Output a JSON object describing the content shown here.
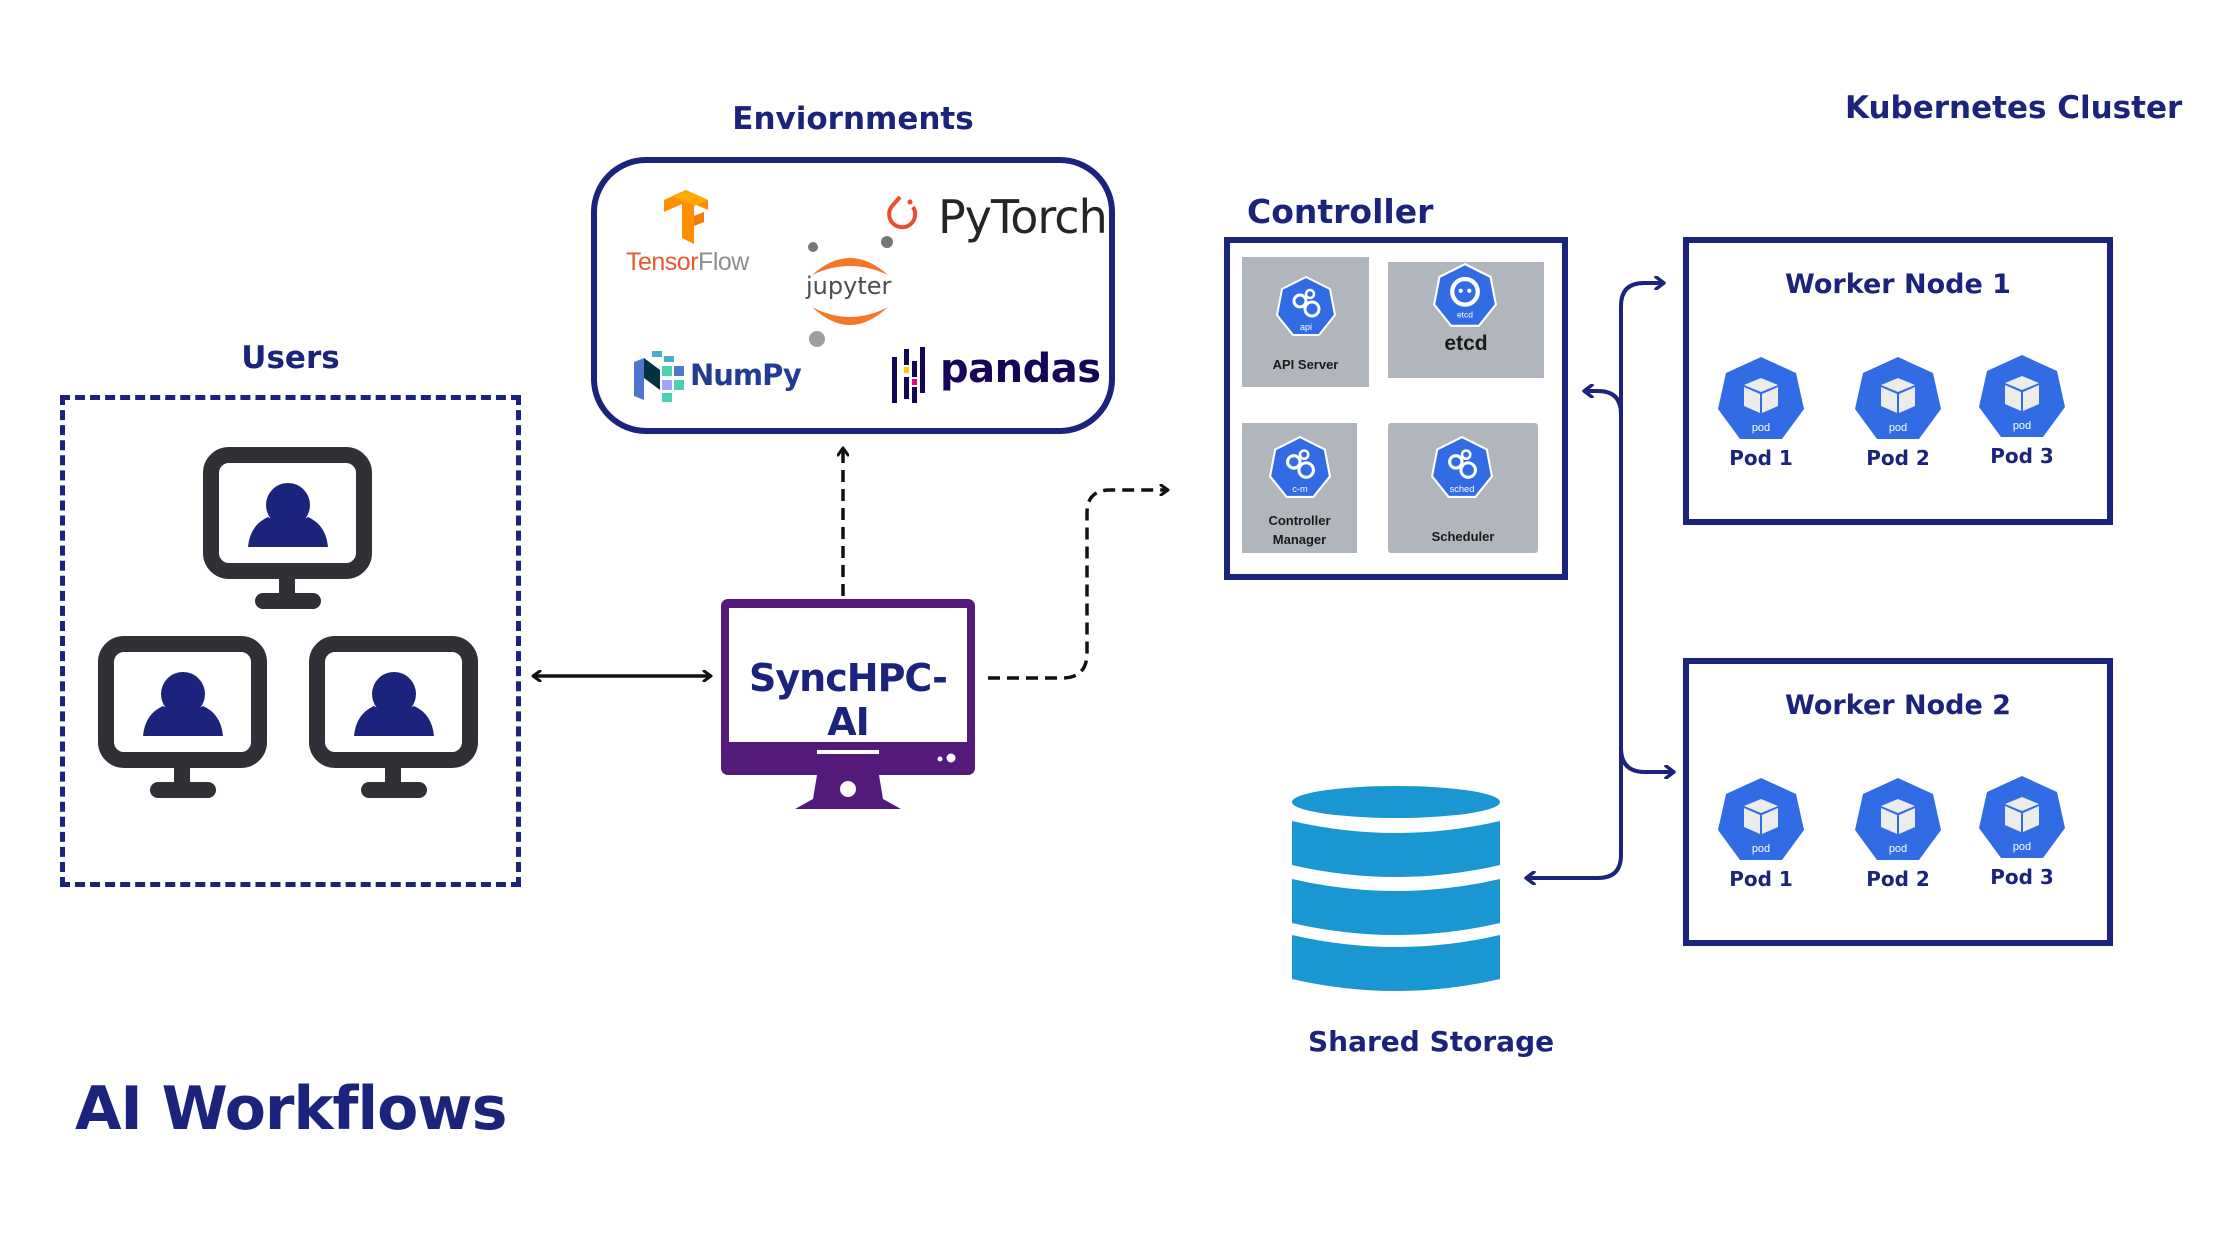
{
  "page": {
    "title": "AI Workflows",
    "accent_color": "#1c237c",
    "synchpc_color": "#531a79",
    "pod_color": "#326ce5",
    "storage_color": "#1a96d0"
  },
  "users": {
    "label": "Users",
    "monitors": [
      {
        "name": "user-1",
        "icon": "user-monitor-icon"
      },
      {
        "name": "user-2",
        "icon": "user-monitor-icon"
      },
      {
        "name": "user-3",
        "icon": "user-monitor-icon"
      }
    ]
  },
  "environments": {
    "label": "Enviornments",
    "frameworks": [
      {
        "name": "TensorFlow",
        "part1": "Tensor",
        "part2": "Flow",
        "icon": "tensorflow-logo-icon"
      },
      {
        "name": "PyTorch",
        "icon": "pytorch-logo-icon"
      },
      {
        "name": "jupyter",
        "icon": "jupyter-logo-icon"
      },
      {
        "name": "NumPy",
        "icon": "numpy-logo-icon"
      },
      {
        "name": "pandas",
        "icon": "pandas-logo-icon"
      }
    ]
  },
  "synchpc": {
    "label": "SyncHPC-AI",
    "icon": "monitor-icon"
  },
  "cluster": {
    "label": "Kubernetes Cluster",
    "controller": {
      "label": "Controller",
      "components": [
        {
          "label": "API Server",
          "badge": "api",
          "icon": "k8s-api-icon"
        },
        {
          "label": "etcd",
          "badge": "etcd",
          "icon": "k8s-etcd-icon"
        },
        {
          "label_line1": "Controller",
          "label_line2": "Manager",
          "badge": "c-m",
          "icon": "k8s-controller-manager-icon"
        },
        {
          "label": "Scheduler",
          "badge": "sched",
          "icon": "k8s-scheduler-icon"
        }
      ]
    },
    "worker_nodes": [
      {
        "label": "Worker Node 1",
        "pods": [
          {
            "label": "Pod 1",
            "badge": "pod"
          },
          {
            "label": "Pod 2",
            "badge": "pod"
          },
          {
            "label": "Pod 3",
            "badge": "pod"
          }
        ]
      },
      {
        "label": "Worker Node 2",
        "pods": [
          {
            "label": "Pod 1",
            "badge": "pod"
          },
          {
            "label": "Pod 2",
            "badge": "pod"
          },
          {
            "label": "Pod 3",
            "badge": "pod"
          }
        ]
      }
    ],
    "storage": {
      "label": "Shared Storage",
      "icon": "database-icon"
    }
  }
}
